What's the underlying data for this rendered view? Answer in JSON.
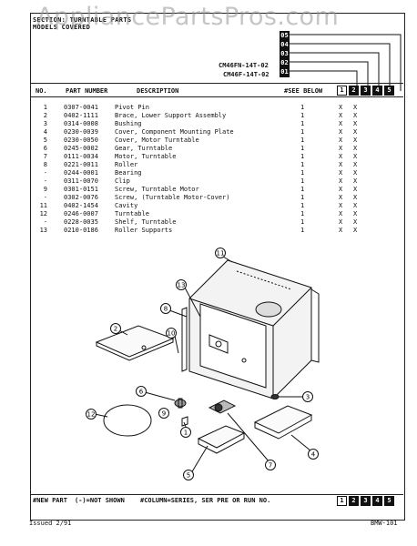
{
  "watermark": "AppliancePartsPros.com",
  "header": {
    "line1": "SECTION: TURNTABLE PARTS",
    "line2": "MODELS COVERED"
  },
  "models": [
    {
      "name": "CM46FN-14T-02",
      "code": "02"
    },
    {
      "name": "CM46F-14T-02",
      "code": "01"
    }
  ],
  "revision_codes": [
    "05",
    "04",
    "03",
    "02",
    "01"
  ],
  "table": {
    "headers": {
      "no": "NO.",
      "part": "PART NUMBER",
      "desc": "DESCRIPTION",
      "see": "#SEE BELOW"
    },
    "columns": [
      "1",
      "2",
      "3",
      "4",
      "5"
    ],
    "rows": [
      {
        "no": "1",
        "part": "0307-0041",
        "desc": "Pivot Pin",
        "qty": "1",
        "x1": "X",
        "x2": "X"
      },
      {
        "no": "2",
        "part": "0402-1111",
        "desc": "Brace, Lower Support Assembly",
        "qty": "1",
        "x1": "X",
        "x2": "X"
      },
      {
        "no": "3",
        "part": "0314-0008",
        "desc": "Bushing",
        "qty": "1",
        "x1": "X",
        "x2": "X"
      },
      {
        "no": "4",
        "part": "0230-0039",
        "desc": "Cover, Component Mounting Plate",
        "qty": "1",
        "x1": "X",
        "x2": "X"
      },
      {
        "no": "5",
        "part": "0230-0050",
        "desc": "Cover, Motor Turntable",
        "qty": "1",
        "x1": "X",
        "x2": "X"
      },
      {
        "no": "6",
        "part": "0245-0002",
        "desc": "Gear, Turntable",
        "qty": "1",
        "x1": "X",
        "x2": "X"
      },
      {
        "no": "7",
        "part": "0111-0034",
        "desc": "Motor, Turntable",
        "qty": "1",
        "x1": "X",
        "x2": "X"
      },
      {
        "no": "8",
        "part": "0221-0011",
        "desc": "Roller",
        "qty": "1",
        "x1": "X",
        "x2": "X"
      },
      {
        "no": "-",
        "part": "0244-0001",
        "desc": "Bearing",
        "qty": "1",
        "x1": "X",
        "x2": "X"
      },
      {
        "no": "-",
        "part": "0311-0070",
        "desc": "Clip",
        "qty": "1",
        "x1": "X",
        "x2": "X"
      },
      {
        "no": "9",
        "part": "0301-0151",
        "desc": "Screw, Turntable Motor",
        "qty": "1",
        "x1": "X",
        "x2": "X"
      },
      {
        "no": "-",
        "part": "0302-0076",
        "desc": "Screw, (Turntable Motor-Cover)",
        "qty": "1",
        "x1": "X",
        "x2": "X"
      },
      {
        "no": "11",
        "part": "0402-1454",
        "desc": "Cavity",
        "qty": "1",
        "x1": "X",
        "x2": "X"
      },
      {
        "no": "12",
        "part": "0246-0007",
        "desc": "Turntable",
        "qty": "1",
        "x1": "X",
        "x2": "X"
      },
      {
        "no": "-",
        "part": "0228-0035",
        "desc": "Shelf, Turntable",
        "qty": "1",
        "x1": "X",
        "x2": "X"
      },
      {
        "no": "13",
        "part": "0210-0186",
        "desc": "Roller Supports",
        "qty": "1",
        "x1": "X",
        "x2": "X"
      }
    ]
  },
  "diagram_callouts": [
    "1",
    "2",
    "3",
    "4",
    "5",
    "6",
    "7",
    "8",
    "9",
    "10",
    "11",
    "12",
    "13"
  ],
  "footer": {
    "new_part": "#NEW PART",
    "not_shown": "(-)=NOT SHOWN",
    "column_note": "#COLUMN=SERIES, SER PRE OR RUN NO.",
    "issued": "Issued  2/91",
    "page_code": "BMW-101"
  }
}
